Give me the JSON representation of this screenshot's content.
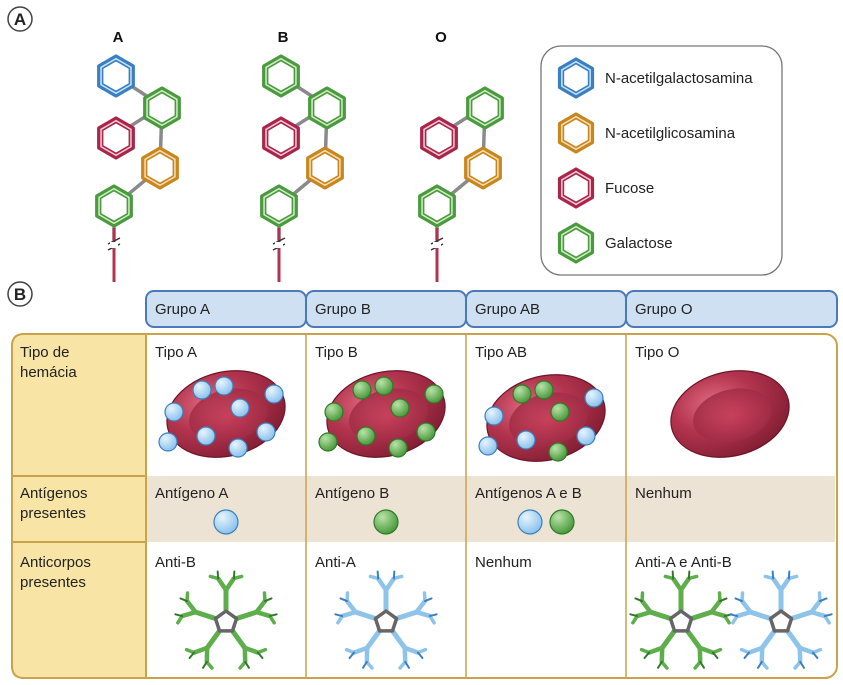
{
  "panel_a": {
    "letter": "A",
    "chains": [
      {
        "label": "A",
        "top_sugar": "N-acetilgalactosamina"
      },
      {
        "label": "B",
        "top_sugar": "Galactose"
      },
      {
        "label": "O",
        "top_sugar": ""
      }
    ],
    "legend": [
      {
        "name": "N-acetilgalactosamina",
        "color": "#3a7fc1",
        "fill": "#c9e4f7"
      },
      {
        "name": "N-acetilglicosamina",
        "color": "#c7861e",
        "fill": "#f6dfb6"
      },
      {
        "name": "Fucose",
        "color": "#a8264a",
        "fill": "#f4cdd8"
      },
      {
        "name": "Galactose",
        "color": "#4a9a3e",
        "fill": "#d4ecc9"
      }
    ]
  },
  "panel_b": {
    "letter": "B",
    "groups": [
      "Grupo A",
      "Grupo B",
      "Grupo AB",
      "Grupo O"
    ],
    "rows": [
      {
        "header": [
          "Tipo de",
          "hemácia"
        ],
        "cells": [
          "Tipo A",
          "Tipo B",
          "Tipo AB",
          "Tipo O"
        ]
      },
      {
        "header": [
          "Antígenos",
          "presentes"
        ],
        "cells": [
          "Antígeno A",
          "Antígeno B",
          "Antígenos A e B",
          "Nenhum"
        ]
      },
      {
        "header": [
          "Anticorpos",
          "presentes"
        ],
        "cells": [
          "Anti-B",
          "Anti-A",
          "Nenhum",
          "Anti-A e Anti-B"
        ]
      }
    ],
    "antigens": [
      [
        "A"
      ],
      [
        "B"
      ],
      [
        "A",
        "B"
      ],
      []
    ],
    "antibodies": [
      [
        "green"
      ],
      [
        "blue"
      ],
      [],
      [
        "green",
        "blue"
      ]
    ],
    "colors": {
      "antigen_a": "#a9d3f2",
      "antigen_a_stroke": "#3b7fc0",
      "antigen_b": "#6cb85a",
      "antigen_b_stroke": "#2f7a2a",
      "rbc": "#b2344e",
      "header_bg": "#f8e5a5",
      "border": "#c9a24a",
      "group_bg": "#cfe0f3",
      "group_border": "#4b7ab8",
      "band": "#ede3d4"
    }
  }
}
